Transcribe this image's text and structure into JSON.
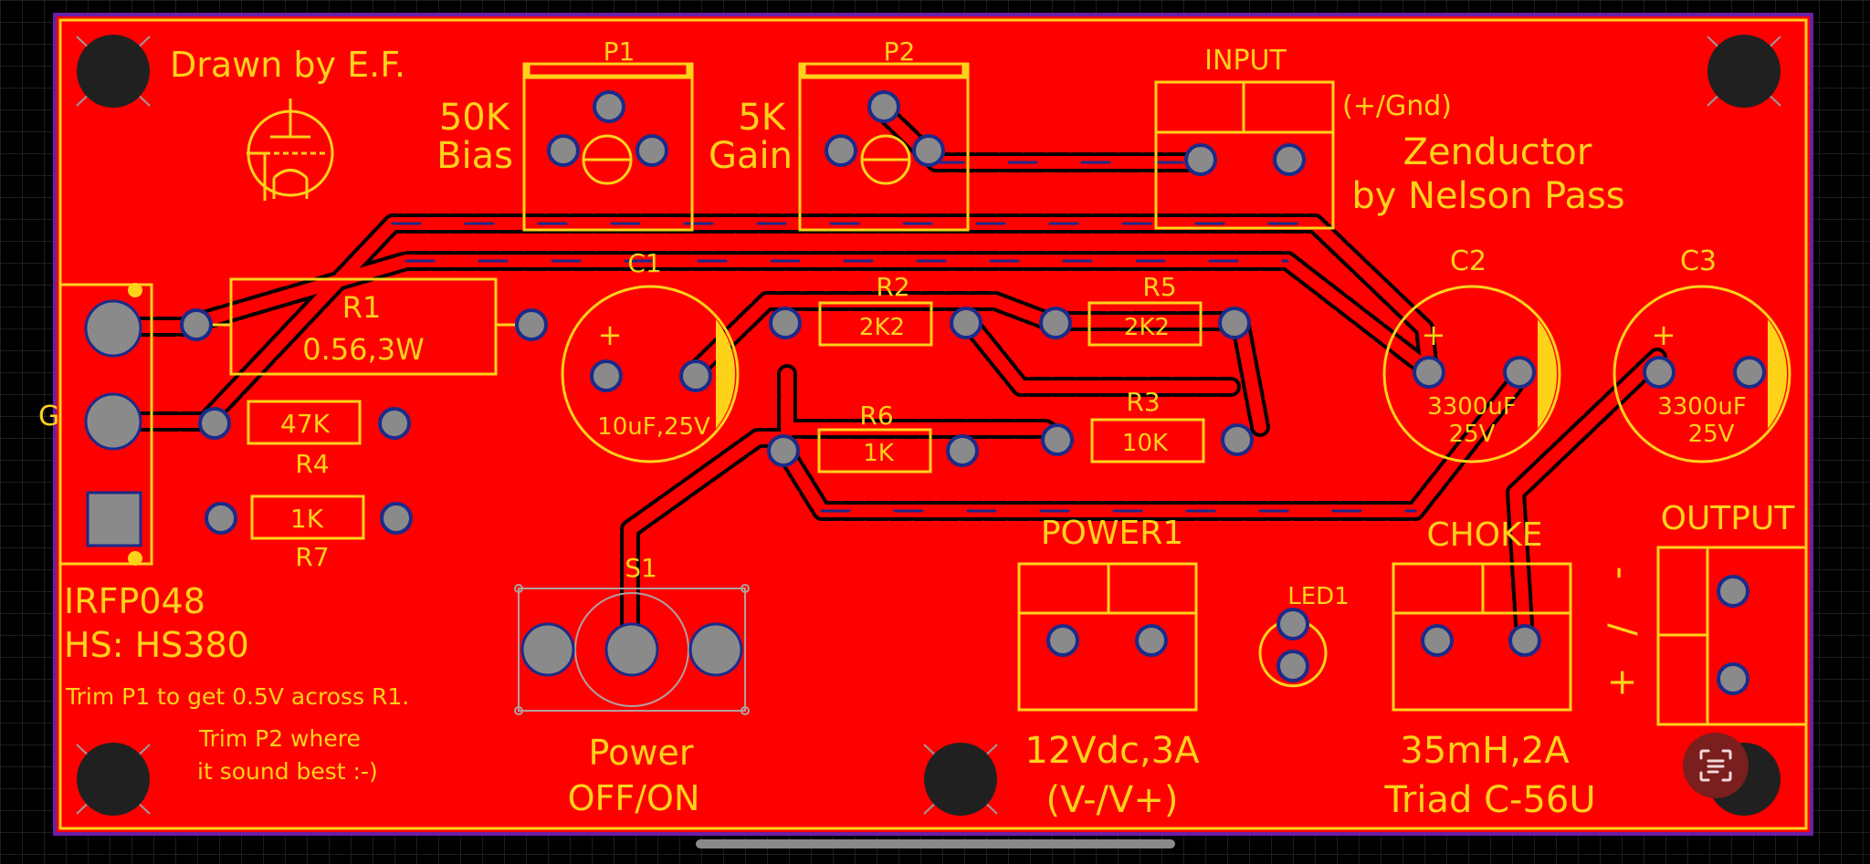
{
  "board": {
    "credit": "Drawn by E.F.",
    "title_line1": "Zenductor",
    "title_line2": "by Nelson Pass",
    "part": "IRFP048",
    "heatsink": "HS: HS380",
    "note1": "Trim P1 to get 0.5V across R1.",
    "note2a": "Trim P2 where",
    "note2b": "it sound best :-)",
    "edge_char": "G"
  },
  "components": {
    "p1": {
      "ref": "P1",
      "value_a": "50K",
      "value_b": "Bias"
    },
    "p2": {
      "ref": "P2",
      "value_a": "5K",
      "value_b": "Gain"
    },
    "input": {
      "ref": "INPUT",
      "note": "(+/Gnd)"
    },
    "r1": {
      "ref": "R1",
      "value": "0.56,3W"
    },
    "r2": {
      "ref": "R2",
      "value": "2K2"
    },
    "r3": {
      "ref": "R3",
      "value": "10K"
    },
    "r4": {
      "ref": "R4",
      "value": "47K"
    },
    "r5": {
      "ref": "R5",
      "value": "2K2"
    },
    "r6": {
      "ref": "R6",
      "value": "1K"
    },
    "r7": {
      "ref": "R7",
      "value": "1K"
    },
    "c1": {
      "ref": "C1",
      "value": "10uF,25V",
      "plus": "+"
    },
    "c2": {
      "ref": "C2",
      "value_a": "3300uF",
      "value_b": "25V",
      "plus": "+"
    },
    "c3": {
      "ref": "C3",
      "value_a": "3300uF",
      "value_b": "25V",
      "plus": "+"
    },
    "s1": {
      "ref": "S1",
      "label_a": "Power",
      "label_b": "OFF/ON"
    },
    "power1": {
      "ref": "POWER1",
      "label_a": "12Vdc,3A",
      "label_b": "(V-/V+)"
    },
    "led1": {
      "ref": "LED1"
    },
    "choke": {
      "ref": "CHOKE",
      "label_a": "35mH,2A",
      "label_b": "Triad C-56U"
    },
    "output": {
      "ref": "OUTPUT",
      "minus": "-",
      "slash": "/",
      "plus": "+"
    }
  },
  "colors": {
    "copper": "#ff0000",
    "silkscreen": "#ffd21a",
    "background": "#000000",
    "board_outline": "#6b1fa6",
    "grid": "#3a3a3a"
  },
  "icons": {
    "lens": "google-lens-icon",
    "tube": "vacuum-tube-icon"
  }
}
